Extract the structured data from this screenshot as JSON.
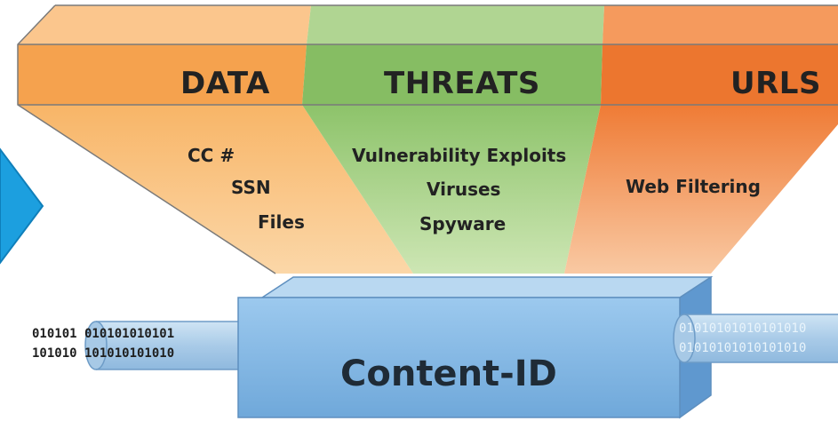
{
  "categories": {
    "data": {
      "header": "DATA",
      "items": [
        "CC #",
        "SSN",
        "Files"
      ],
      "color": "#f5a24e"
    },
    "threats": {
      "header": "THREATS",
      "items": [
        "Vulnerability Exploits",
        "Viruses",
        "Spyware"
      ],
      "color": "#8ec26b"
    },
    "urls": {
      "header": "URLS",
      "items": [
        "Web Filtering"
      ],
      "color": "#ef7d3a"
    }
  },
  "engine": {
    "label": "Content-ID",
    "color": "#7fb4e0"
  },
  "bitstream": {
    "left_top": "010101 010101010101",
    "left_bottom": "101010 101010101010",
    "right_top": "01010101010101010",
    "right_bottom": "01010101010101010"
  },
  "arrow_color": "#1c9fdf"
}
